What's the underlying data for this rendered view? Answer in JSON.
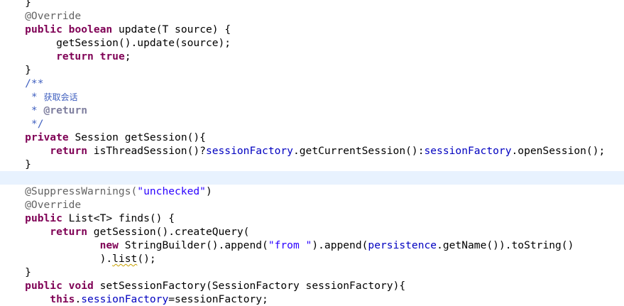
{
  "editor": {
    "highlight_line": 13,
    "lines": [
      [
        {
          "t": "    }",
          "c": ""
        }
      ],
      [
        {
          "t": "    @Override",
          "c": "ann"
        }
      ],
      [
        {
          "t": "    ",
          "c": ""
        },
        {
          "t": "public",
          "c": "kw"
        },
        {
          "t": " ",
          "c": ""
        },
        {
          "t": "boolean",
          "c": "kw"
        },
        {
          "t": " update(T source) {",
          "c": ""
        }
      ],
      [
        {
          "t": "         getSession().update(source);",
          "c": ""
        }
      ],
      [
        {
          "t": "         ",
          "c": ""
        },
        {
          "t": "return",
          "c": "kw"
        },
        {
          "t": " ",
          "c": ""
        },
        {
          "t": "true",
          "c": "kw"
        },
        {
          "t": ";",
          "c": ""
        }
      ],
      [
        {
          "t": "    }",
          "c": ""
        }
      ],
      [
        {
          "t": "    /**",
          "c": "cmt"
        }
      ],
      [
        {
          "t": "     * ",
          "c": "cmt"
        },
        {
          "t": "获取会话",
          "c": "cmt cjk"
        }
      ],
      [
        {
          "t": "     * ",
          "c": "cmt"
        },
        {
          "t": "@return",
          "c": "tag"
        }
      ],
      [
        {
          "t": "     */",
          "c": "cmt"
        }
      ],
      [
        {
          "t": "    ",
          "c": ""
        },
        {
          "t": "private",
          "c": "kw"
        },
        {
          "t": " Session getSession(){",
          "c": ""
        }
      ],
      [
        {
          "t": "        ",
          "c": ""
        },
        {
          "t": "return",
          "c": "kw"
        },
        {
          "t": " isThreadSession()?",
          "c": ""
        },
        {
          "t": "sessionFactory",
          "c": "fld"
        },
        {
          "t": ".getCurrentSession():",
          "c": ""
        },
        {
          "t": "sessionFactory",
          "c": "fld"
        },
        {
          "t": ".openSession();",
          "c": ""
        }
      ],
      [
        {
          "t": "    }",
          "c": ""
        }
      ],
      [
        {
          "t": "",
          "c": ""
        }
      ],
      [
        {
          "t": "    @SuppressWarnings(",
          "c": "ann"
        },
        {
          "t": "\"unchecked\"",
          "c": "str"
        },
        {
          "t": ")",
          "c": ""
        }
      ],
      [
        {
          "t": "    @Override",
          "c": "ann"
        }
      ],
      [
        {
          "t": "    ",
          "c": ""
        },
        {
          "t": "public",
          "c": "kw"
        },
        {
          "t": " List<T> finds() {",
          "c": ""
        }
      ],
      [
        {
          "t": "        ",
          "c": ""
        },
        {
          "t": "return",
          "c": "kw"
        },
        {
          "t": " getSession().createQuery(",
          "c": ""
        }
      ],
      [
        {
          "t": "                ",
          "c": ""
        },
        {
          "t": "new",
          "c": "kw"
        },
        {
          "t": " StringBuilder().append(",
          "c": ""
        },
        {
          "t": "\"from \"",
          "c": "str"
        },
        {
          "t": ").append(",
          "c": ""
        },
        {
          "t": "persistence",
          "c": "fld"
        },
        {
          "t": ".getName()).toString()",
          "c": ""
        }
      ],
      [
        {
          "t": "                ).",
          "c": ""
        },
        {
          "t": "list",
          "c": "warn"
        },
        {
          "t": "();",
          "c": ""
        }
      ],
      [
        {
          "t": "    }",
          "c": ""
        }
      ],
      [
        {
          "t": "    ",
          "c": ""
        },
        {
          "t": "public",
          "c": "kw"
        },
        {
          "t": " ",
          "c": ""
        },
        {
          "t": "void",
          "c": "kw"
        },
        {
          "t": " setSessionFactory(SessionFactory sessionFactory){",
          "c": ""
        }
      ],
      [
        {
          "t": "        ",
          "c": ""
        },
        {
          "t": "this",
          "c": "kw"
        },
        {
          "t": ".",
          "c": ""
        },
        {
          "t": "sessionFactory",
          "c": "fld"
        },
        {
          "t": "=sessionFactory;",
          "c": ""
        }
      ]
    ]
  }
}
